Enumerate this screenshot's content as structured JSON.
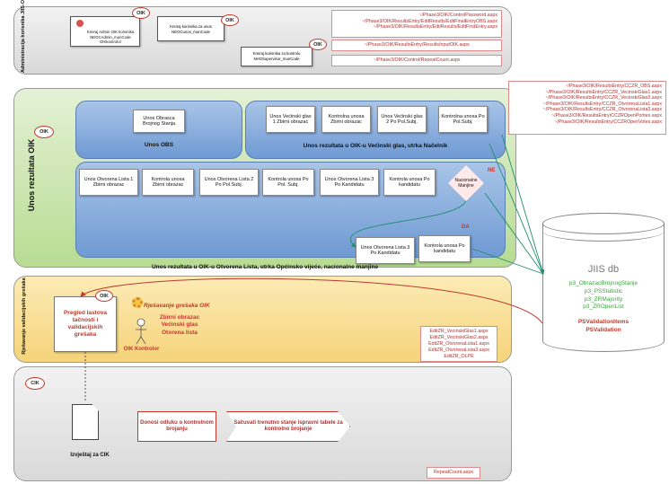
{
  "lanes": {
    "admin": {
      "label": "Administracija korisnika JIIS-OIK"
    },
    "entry": {
      "label": "Unos rezultata OIK"
    },
    "validation": {
      "label": "Rješavanje validacijskih grešaka"
    }
  },
  "admin": {
    "user_cards": [
      {
        "line1": "Kreiraj Admin OIK korisnika",
        "line2": "NEOCAdmin_munCode",
        "line3": "OIKkontrolor"
      },
      {
        "line1": "Kreiraj korisnika za unos",
        "line2": "NEOCunos_munCode"
      },
      {
        "line1": "Kreiraj korisnika za kontrolu",
        "line2": "NHOSupervisor_munCode"
      }
    ],
    "files_top": [
      "~/Phase3/OIK/ControlPassword.aspx",
      "~/Phase3/OIK/ResultsEntry/EditResults/EditFinalEntryOBS.aspx",
      "~/Phase3/OIK/ResultsEntry/EditResults/EditFirstEntry.aspx"
    ],
    "file_mid": "~/Phase3/OIK/ResultsEntry/ResultsInputOIK.aspx",
    "file_bottom": "~/Phase3/OIK/Control/RepeatCount.aspx"
  },
  "entry_files": [
    "~/Phase3/OIK/ResultsEntry/CCZR_OBS.aspx",
    "~/Phase3/OIK/ResultsEntry/CCZR_VecinskiGlas1.aspx",
    "~/Phase3/OIK/ResultsEntry/CCZR_VecinskiGlas2.aspx",
    "~/Phase3/OIK/ResultsEntry/CCZR_OtvorenaLista1.aspx",
    "~/Phase3/OIK/ResultsEntry/CCZR_OtvorenaLista3.aspx",
    "~/Phase3/OIK/ResultsEntry/CCZROpenPorties.aspx",
    "~/Phase3/OIK/ResultsEntry/CCZROpenVotes.aspx"
  ],
  "obs": {
    "step": "Unos Obrasca Brojnog Stanja",
    "caption": "Unos OBS"
  },
  "vg": {
    "steps": [
      "Unos Većinski glas 1 Zbirni obrazac",
      "Kontrolna unosa Zbirni obrazac",
      "Unos Većinski glas 2 Po Pol.Subj.",
      "Kontrolna unosa Po Pol.Subj."
    ],
    "caption": "Unos rezultata u OIK-u Većinski glas, utrka Načelnik"
  },
  "ol": {
    "steps": [
      "Unos Otvorena Lista 1 Zbirni obrazac",
      "Kontrola unosa Zbirni obrazac",
      "Unos Otvorena Lista 2 Po Pol.Subj.",
      "Kontrola unosa Po Pol. Subj.",
      "Unos Otvorena Lista 3 Po Kandidatu",
      "Kontrola unosa Po kandidatu"
    ],
    "decision": "Nacionalne Manjine",
    "no": "NE",
    "yes": "DA",
    "extra_steps": [
      "Unos Otvorena Lista 3 Po Kandidatu",
      "Kontrola unosa Po kandidatu"
    ],
    "caption": "Unos rezultata u OIK-u Otvorena Lista, utrka Općinsko vijeće, nacionalne manjine"
  },
  "db": {
    "title": "JIIS db",
    "green_items": [
      "p3_ObrazacBrojnogStanje",
      "p3_PSStatistic",
      "p3_ZRMajority",
      "p3_ZROpenList"
    ],
    "red_items": [
      "PSValidationItems",
      "PSValidation"
    ]
  },
  "validation": {
    "review": "Pregled lastova tačnosti i validacijskih grešaka",
    "task_title": "Rješavanje grešaka OIK",
    "task_items": [
      "Zbirni obrazac",
      "Većinski glas",
      "Otorena lista"
    ],
    "actor": "OIK Kontrolor",
    "edit_files": [
      "EditZR_VecinskiGlas1.aspx",
      "EditZR_VecinskiGlas2.aspx",
      "EditZR_OtvorenaLista1.aspx",
      "EditZR_OtvorenaLista3.aspx",
      "EditZR_OLPE"
    ]
  },
  "bottom": {
    "report": "Izvještaj za CIK",
    "decision_box": "Donosi odluku o kontrolnom brojanju",
    "save_box": "Sačuvati trenutno stanje ispravni tabele za kontrolno brojanje",
    "file": "RepeatCount.aspx"
  },
  "badges": {
    "oik": "OIK",
    "cik": "CIK"
  }
}
